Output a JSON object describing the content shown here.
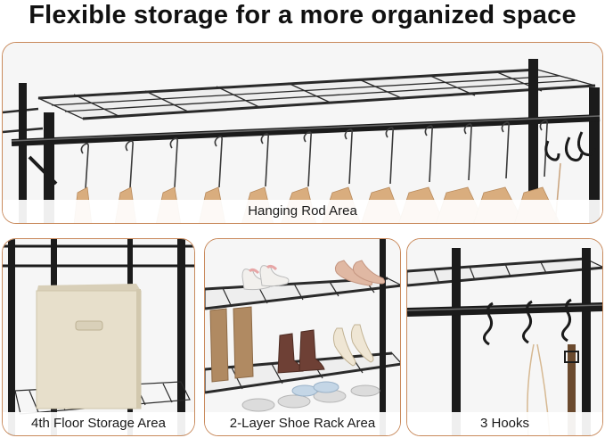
{
  "headline": "Flexible storage for a more organized space",
  "panels": [
    {
      "caption": "Hanging Rod Area"
    },
    {
      "caption": "4th Floor Storage Area"
    },
    {
      "caption": "2-Layer Shoe Rack Area"
    },
    {
      "caption": "3 Hooks"
    }
  ],
  "colors": {
    "border": "#c98a5c",
    "frame": "#1b1b1b",
    "wood": "#d9ad7e",
    "storage_box": "#e7dfcb"
  }
}
